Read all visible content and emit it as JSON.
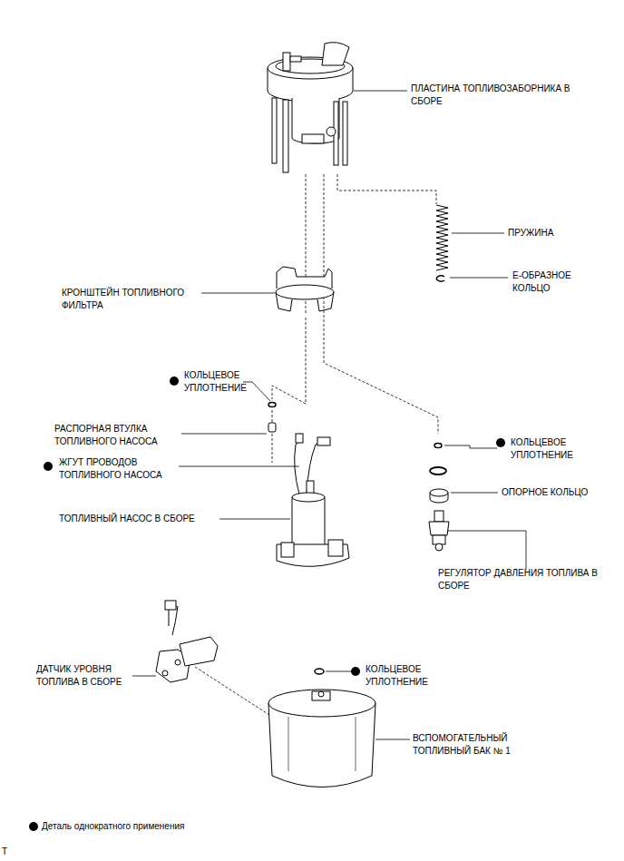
{
  "diagram": {
    "labels": [
      "ПЛАСТИНА ТОПЛИВОЗАБОРНИКА В СБОРЕ",
      "ПРУЖИНА",
      "Е-ОБРАЗНОЕ КОЛЬЦО",
      "КРОНШТЕЙН ТОПЛИВНОГО ФИЛЬТРА",
      "КОЛЬЦЕВОЕ УПЛОТНЕНИЕ",
      "РАСПОРНАЯ ВТУЛКА ТОПЛИВНОГО НАСОСА",
      "ЖГУТ ПРОВОДОВ ТОПЛИВНОГО НАСОСА",
      "КОЛЬЦЕВОЕ УПЛОТНЕНИЕ",
      "ТОПЛИВНЫЙ НАСОС В СБОРЕ",
      "ОПОРНОЕ КОЛЬЦО",
      "РЕГУЛЯТОР ДАВЛЕНИЯ ТОПЛИВА В СБОРЕ",
      "КОЛЬЦЕВОЕ УПЛОТНЕНИЕ",
      "ДАТЧИК УРОВНЯ ТОПЛИВА В СБОРЕ",
      "ВСПОМОГАТЕЛЬНЫЙ ТОПЛИВНЫЙ БАК № 1",
      "T"
    ],
    "legend": [
      {
        "text": "Деталь однократного применения"
      }
    ]
  }
}
